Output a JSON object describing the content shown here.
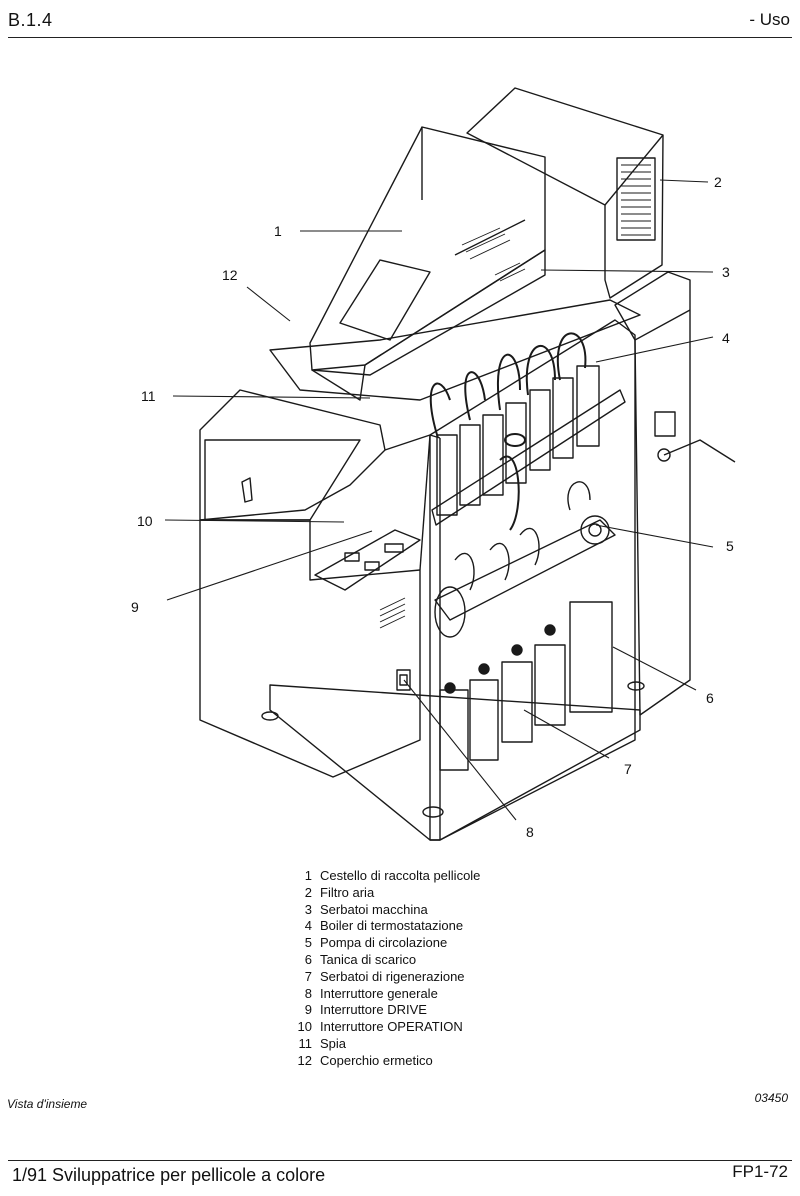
{
  "header": {
    "section": "B.1.4",
    "chapter": "- Uso"
  },
  "figure": {
    "callouts": [
      "1",
      "2",
      "3",
      "4",
      "5",
      "6",
      "7",
      "8",
      "9",
      "10",
      "11",
      "12"
    ],
    "caption": "Vista d'insieme",
    "code": "03450"
  },
  "legend": [
    {
      "num": "1",
      "text": "Cestello di raccolta pellicole"
    },
    {
      "num": "2",
      "text": "Filtro aria"
    },
    {
      "num": "3",
      "text": "Serbatoi macchina"
    },
    {
      "num": "4",
      "text": "Boiler di termostatazione"
    },
    {
      "num": "5",
      "text": "Pompa di circolazione"
    },
    {
      "num": "6",
      "text": "Tanica di scarico"
    },
    {
      "num": "7",
      "text": "Serbatoi di rigenerazione"
    },
    {
      "num": "8",
      "text": "Interruttore generale"
    },
    {
      "num": "9",
      "text": "Interruttore DRIVE"
    },
    {
      "num": "10",
      "text": "Interruttore OPERATION"
    },
    {
      "num": "11",
      "text": "Spia"
    },
    {
      "num": "12",
      "text": "Coperchio ermetico"
    }
  ],
  "footer": {
    "left": "1/91 Sviluppatrice per pellicole a colore",
    "right": "FP1-72"
  }
}
